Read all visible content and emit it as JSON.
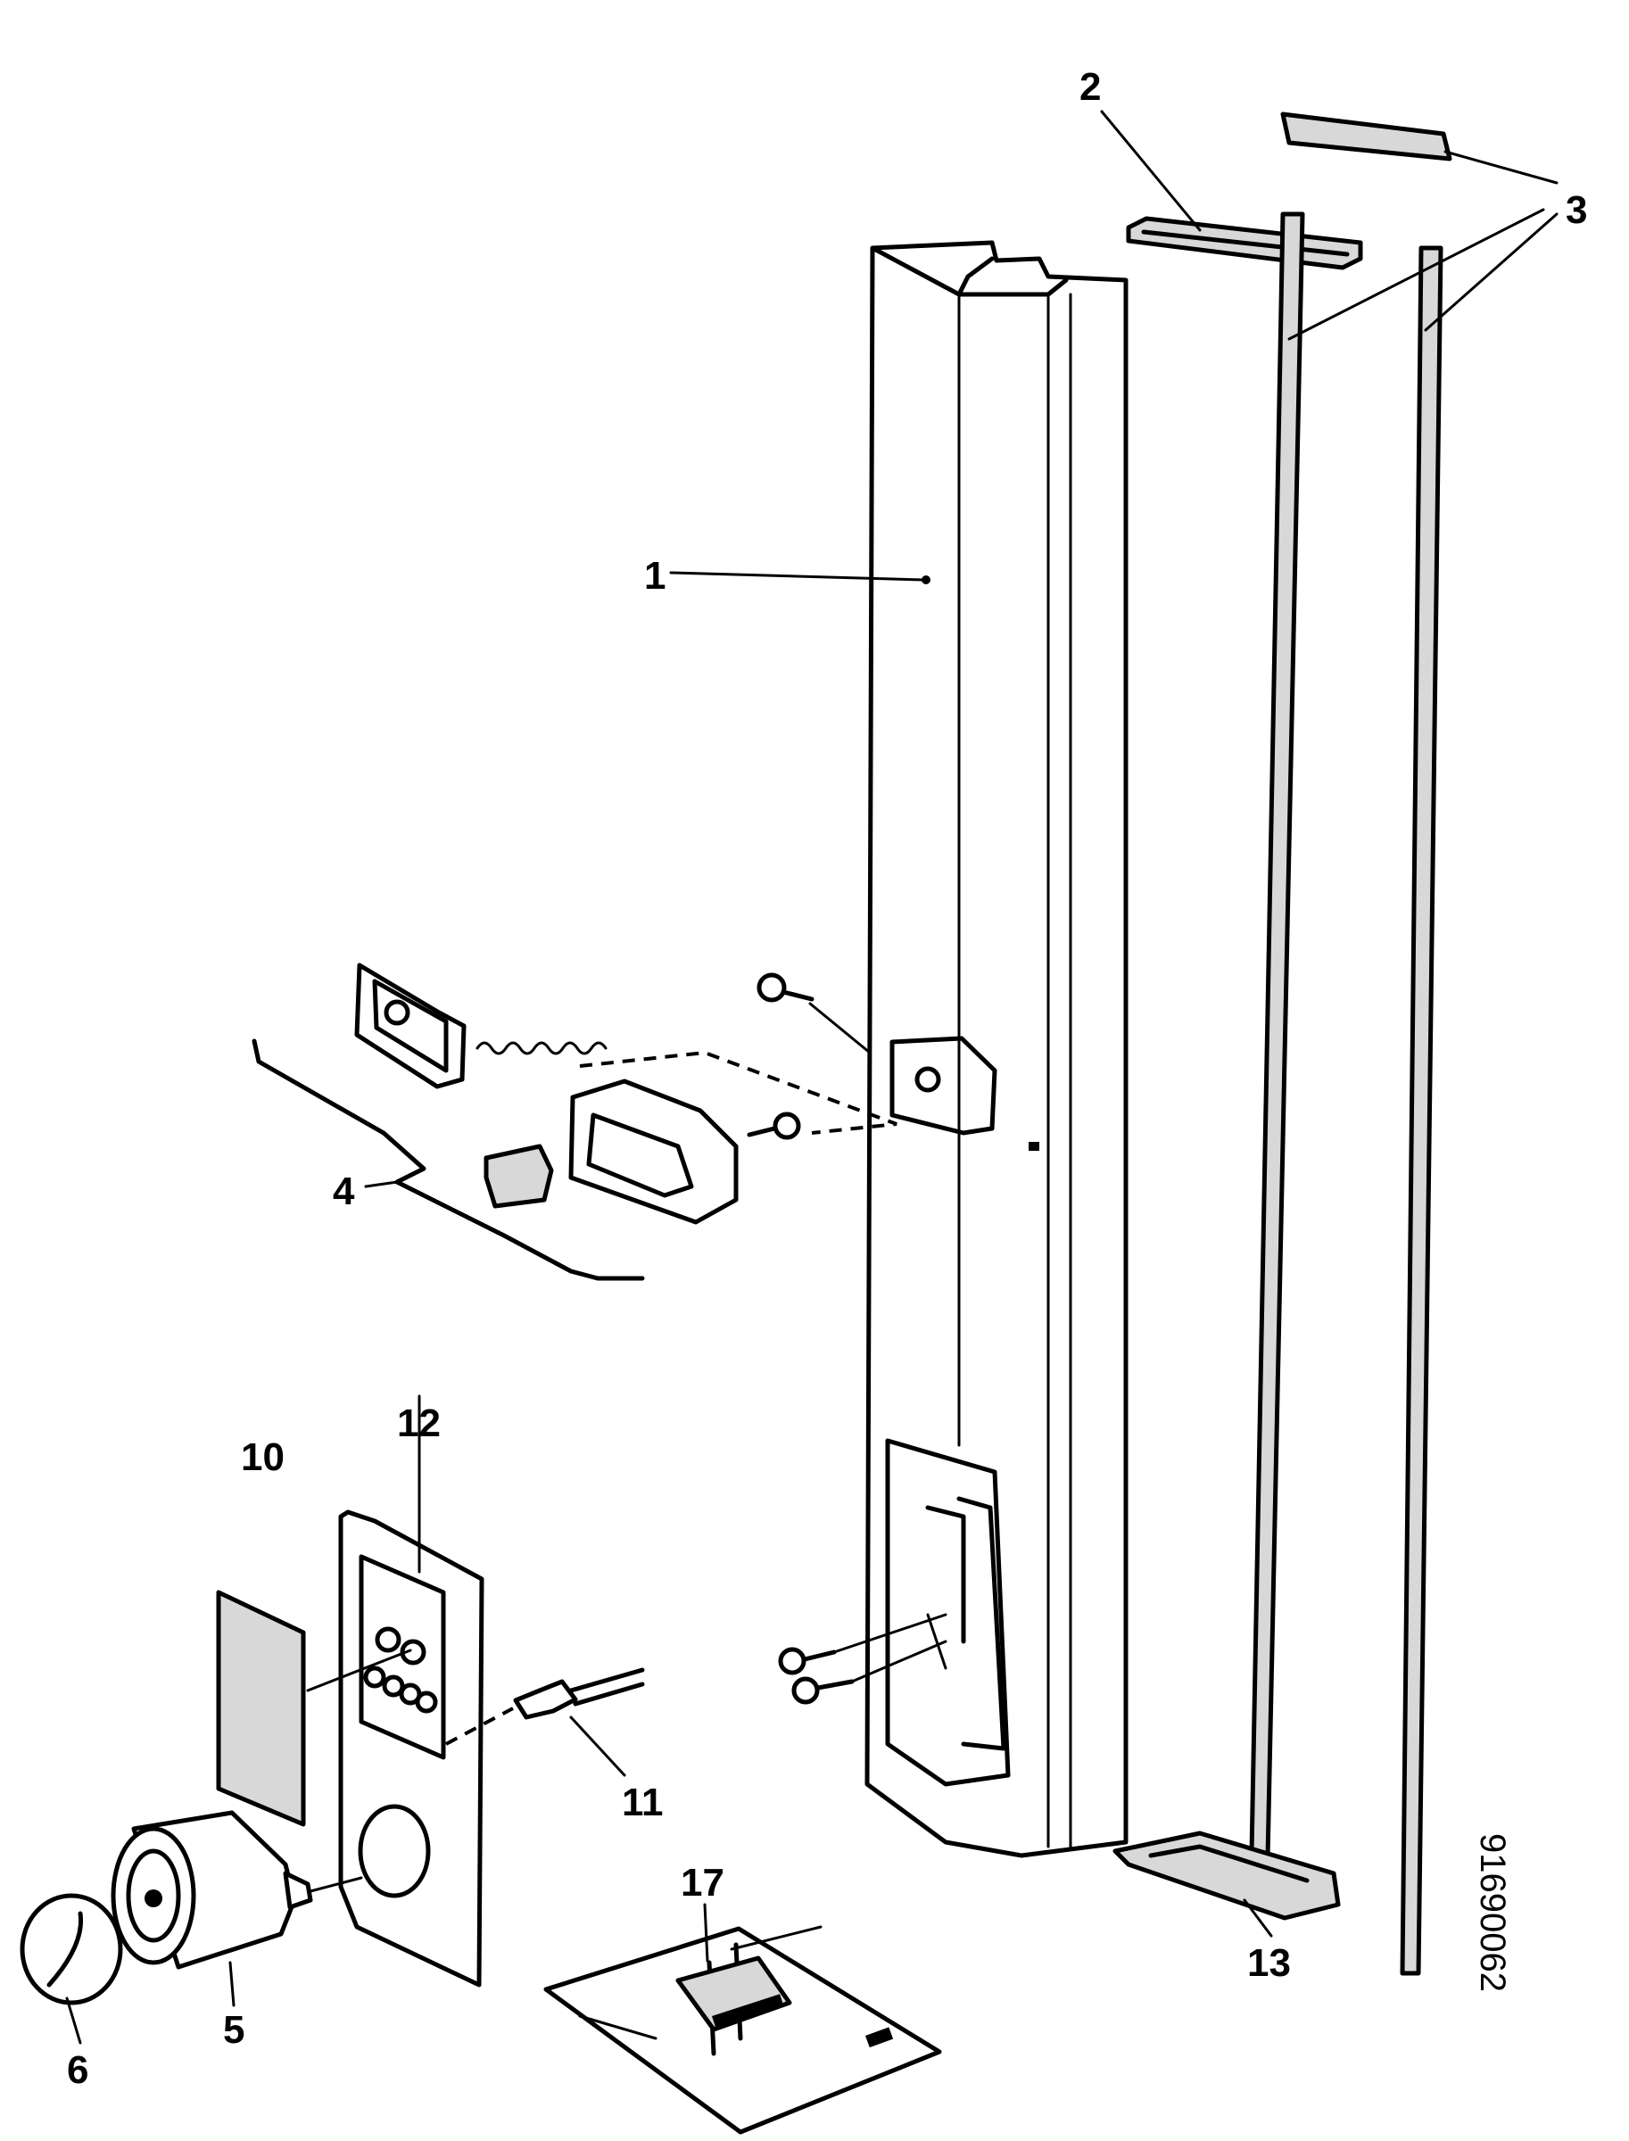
{
  "callouts": {
    "c1": "1",
    "c2": "2",
    "c3": "3",
    "c4": "4",
    "c5": "5",
    "c6": "6",
    "c10": "10",
    "c11": "11",
    "c12": "12",
    "c13": "13",
    "c17": "17"
  },
  "document_number": "91690062",
  "colors": {
    "ink": "#000000",
    "paper": "#ffffff"
  }
}
